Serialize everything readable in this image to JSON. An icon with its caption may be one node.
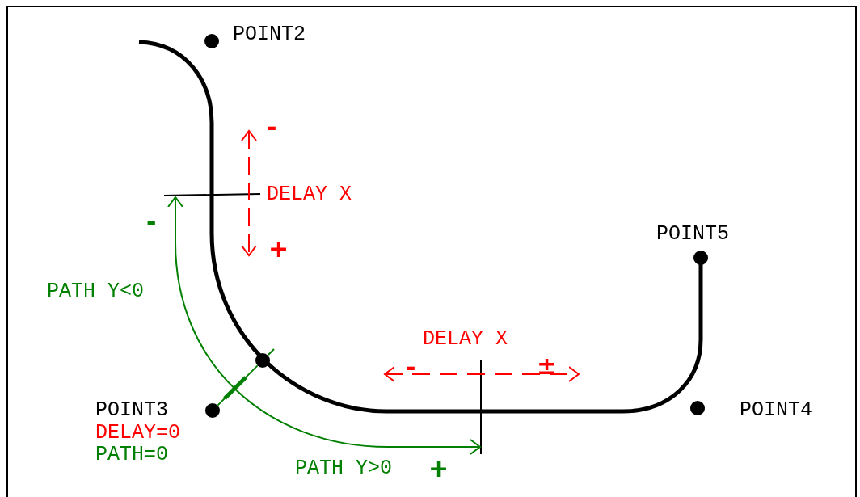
{
  "diagram": {
    "nodes": [
      {
        "text": [],
        "shape": "circle",
        "beside": [
          "POINT2"
        ]
      },
      {
        "text": [],
        "shape": "circle",
        "beside": [
          "POINT5"
        ]
      },
      {
        "text": [],
        "shape": "circle"
      },
      {
        "text": [],
        "shape": "circle",
        "beside": [
          "POINT3",
          "DELAY=0",
          "PATH=0"
        ]
      },
      {
        "text": [],
        "shape": "circle",
        "beside": [
          "POINT4"
        ]
      }
    ],
    "edges": [
      {
        "from": 3,
        "to": 2,
        "arrow": "none",
        "color": "#008000"
      }
    ],
    "labels": [
      "-",
      "DELAY X",
      "-",
      "+",
      "PATH Y<0",
      "DELAY X",
      "-",
      "±",
      "PATH Y>0",
      "+"
    ]
  }
}
